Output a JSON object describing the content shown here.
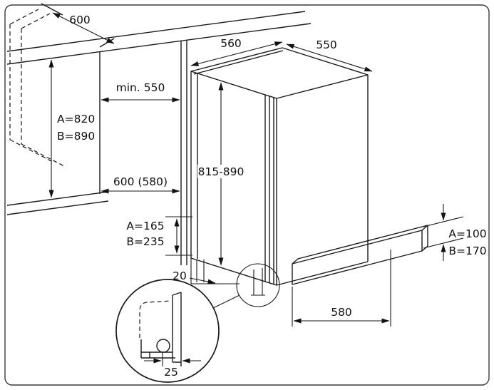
{
  "diagram": {
    "kitchen": {
      "worktop_depth": "600",
      "niche_depth": "min. 550",
      "niche_height_a": "A=820",
      "niche_height_b": "B=890",
      "base_depth": "600 (580)"
    },
    "appliance": {
      "depth": "560",
      "width": "550",
      "height": "815-890",
      "plinth_clearance_a": "A=165",
      "plinth_clearance_b": "B=235",
      "gap": "20"
    },
    "plinth_panel": {
      "height_a": "A=100",
      "height_b": "B=170",
      "recess_width": "580"
    },
    "detail": {
      "foot_offset": "25"
    }
  }
}
